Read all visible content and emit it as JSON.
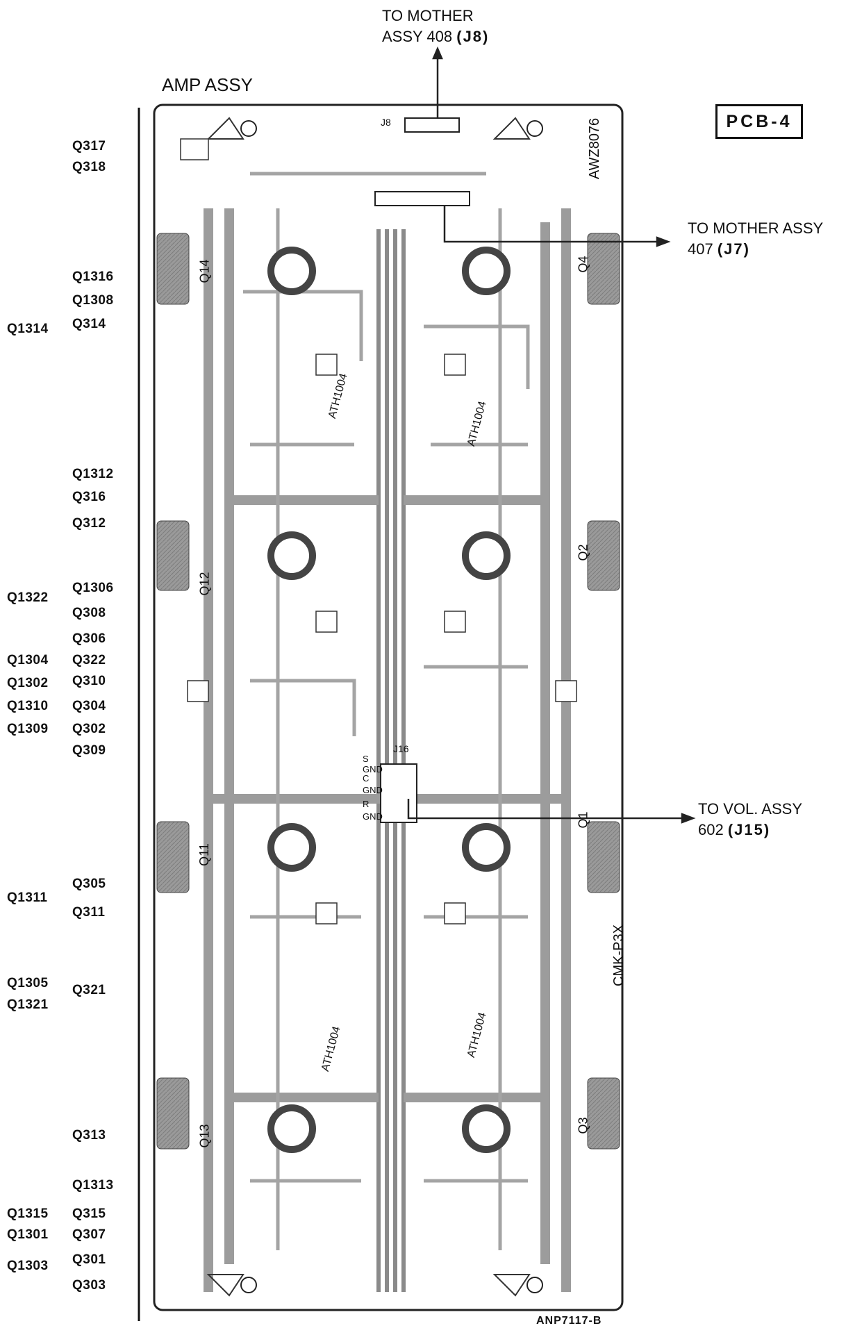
{
  "title": "AMP ASSY",
  "pcb_tag": "PCB-4",
  "footer_code": "ANP7117-B",
  "connectors": {
    "j8": {
      "line1": "TO MOTHER",
      "line2": "ASSY 408",
      "ref": "(J8)"
    },
    "j7": {
      "line1": "TO MOTHER ASSY",
      "line2": "407",
      "ref": "(J7)"
    },
    "j15": {
      "line1": "TO VOL. ASSY",
      "line2": "602",
      "ref": "(J15)"
    }
  },
  "board_text": {
    "part_number": "AWZ8076",
    "model": "CMK-P3X",
    "j_label_top": "J8",
    "j_label_mid": "J16",
    "pin_labels": [
      "S",
      "GND",
      "C",
      "GND",
      "R",
      "GND"
    ],
    "heatsink_refs": [
      "Q4",
      "Q14",
      "Q2",
      "Q12",
      "Q1",
      "Q11",
      "Q3",
      "Q13"
    ],
    "ath_labels": [
      "ATH1004",
      "ATH1004",
      "ATH1004",
      "ATH1004"
    ]
  },
  "left_labels_col1": [
    "Q1314",
    "Q1322",
    "Q1304",
    "Q1302",
    "Q1310",
    "Q1309",
    "Q1311",
    "Q1305",
    "Q1321",
    "Q1315",
    "Q1301",
    "Q1303"
  ],
  "left_labels_col2": [
    "Q317",
    "Q318",
    "Q1316",
    "Q1308",
    "Q314",
    "Q1312",
    "Q316",
    "Q312",
    "Q1306",
    "Q308",
    "Q306",
    "Q322",
    "Q310",
    "Q304",
    "Q302",
    "Q309",
    "Q305",
    "Q311",
    "Q321",
    "Q313",
    "Q1313",
    "Q315",
    "Q307",
    "Q301",
    "Q303"
  ]
}
